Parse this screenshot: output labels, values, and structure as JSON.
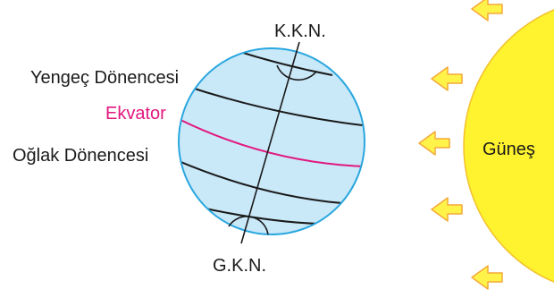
{
  "labels": {
    "north_pole": "K.K.N.",
    "south_pole": "G.K.N.",
    "tropic_cancer": "Yengeç Dönencesi",
    "equator": "Ekvator",
    "tropic_capricorn": "Oğlak Dönencesi",
    "sun": "Güneş"
  },
  "colors": {
    "globe_fill": "#c9e8f8",
    "globe_outline": "#2aa7df",
    "equator": "#e2177e",
    "sun_fill": "#fff22e",
    "sun_outline": "#f2c12e",
    "arrow_fill": "#fff34a",
    "arrow_outline": "#f4a93a",
    "lines": "#1a1a1a"
  },
  "icons": [
    "sunlight-arrow-icon"
  ]
}
